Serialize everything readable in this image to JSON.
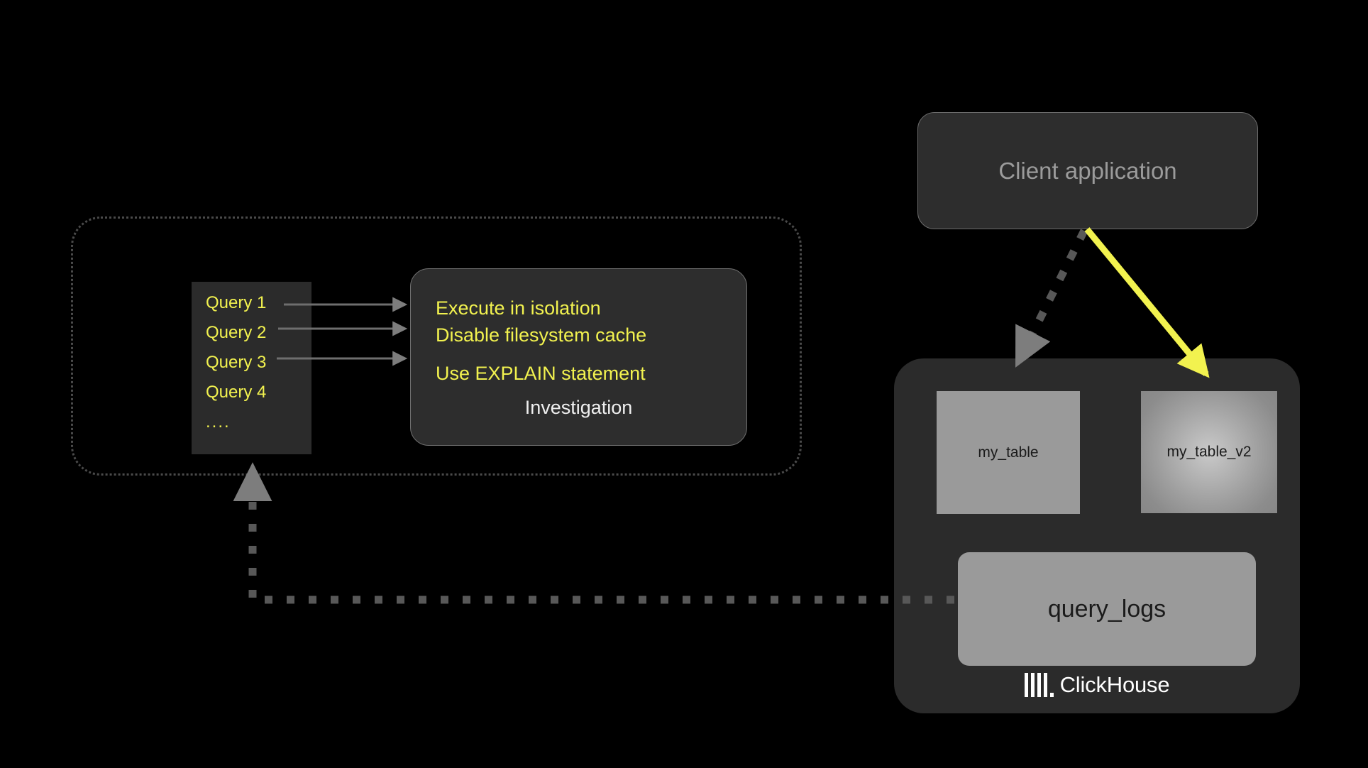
{
  "investigation_region": {
    "name": "investigation-region"
  },
  "query_list": {
    "items": [
      {
        "label": "Query 1"
      },
      {
        "label": "Query 2"
      },
      {
        "label": "Query 3"
      },
      {
        "label": "Query 4"
      },
      {
        "label": "...."
      }
    ]
  },
  "investigation_card": {
    "lines": [
      "Execute in isolation",
      "Disable filesystem cache",
      "Use EXPLAIN statement"
    ],
    "title": "Investigation"
  },
  "client_application": {
    "label": "Client application"
  },
  "clickhouse": {
    "tables": [
      {
        "label": "my_table"
      },
      {
        "label": "my_table_v2"
      },
      {
        "label": "query_logs"
      }
    ],
    "brand": "ClickHouse"
  },
  "colors": {
    "background": "#000000",
    "panel": "#2b2b2b",
    "card": "#2d2d2d",
    "accent_yellow": "#f2f24f",
    "arrow_yellow": "#f2f24f",
    "table_grey": "#9a9a9a",
    "dotted_grey": "#4a4a4a",
    "muted_text": "#9b9b9b",
    "white_text": "#efefef"
  },
  "arrows": [
    {
      "name": "query-1-to-investigation",
      "style": "solid",
      "color": "#6e6e6e"
    },
    {
      "name": "query-2-to-investigation",
      "style": "solid",
      "color": "#6e6e6e"
    },
    {
      "name": "query-3-to-investigation",
      "style": "solid",
      "color": "#6e6e6e"
    },
    {
      "name": "client-to-my-table",
      "style": "dotted",
      "color": "#5a5a5a"
    },
    {
      "name": "client-to-my-table-v2",
      "style": "solid",
      "color": "#f2f24f"
    },
    {
      "name": "query-logs-to-query-list",
      "style": "dotted",
      "color": "#5a5a5a"
    }
  ]
}
